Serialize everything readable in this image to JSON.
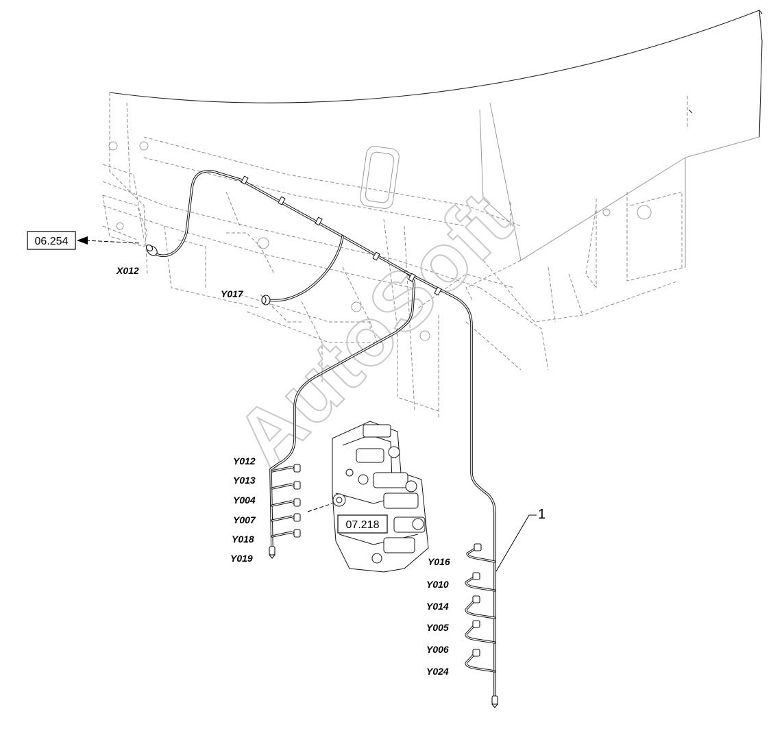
{
  "watermark": "AutoSoft",
  "references": {
    "ref_left": "06.254",
    "ref_valve": "07.218"
  },
  "item_number": "1",
  "connectors": {
    "x012": "X012",
    "y017": "Y017",
    "left_group": [
      "Y012",
      "Y013",
      "Y004",
      "Y007",
      "Y018",
      "Y019"
    ],
    "right_group": [
      "Y016",
      "Y010",
      "Y014",
      "Y005",
      "Y006",
      "Y024"
    ]
  }
}
